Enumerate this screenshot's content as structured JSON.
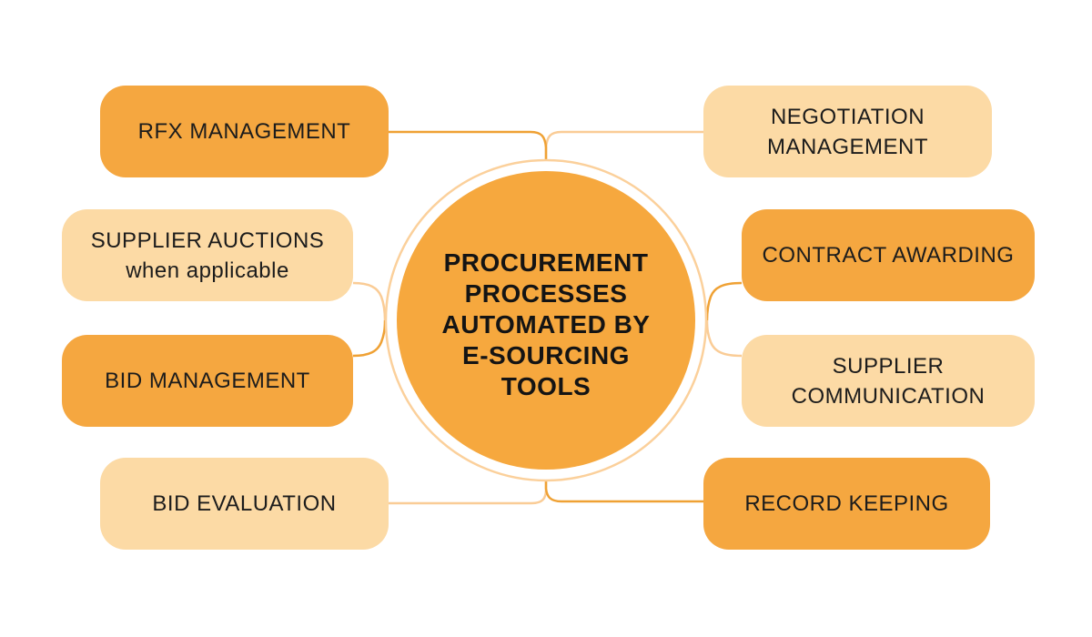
{
  "title": "Procurement processes automated by e-sourcing tools infographic",
  "colors": {
    "background": "#FFFFFF",
    "dark_orange": "#F5A740",
    "light_orange": "#FCDAA5",
    "circle_fill": "#F6A83E",
    "circle_ring": "#FBD09B",
    "connector_dark": "#EFA134",
    "connector_light": "#FACC96",
    "text": "#1C1C1C"
  },
  "center": {
    "title": "PROCUREMENT PROCESSES AUTOMATED BY E-SOURCING TOOLS",
    "lines": [
      "PROCUREMENT",
      "PROCESSES",
      "AUTOMATED BY",
      "E-SOURCING",
      "TOOLS"
    ]
  },
  "nodes": [
    {
      "label": "RFX MANAGEMENT",
      "sublabel": "",
      "variant": "dark",
      "position": "left-1"
    },
    {
      "label": "SUPPLIER AUCTIONS",
      "sublabel": "when applicable",
      "variant": "light",
      "position": "left-2"
    },
    {
      "label": "BID MANAGEMENT",
      "sublabel": "",
      "variant": "dark",
      "position": "left-3"
    },
    {
      "label": "BID EVALUATION",
      "sublabel": "",
      "variant": "light",
      "position": "left-4"
    },
    {
      "label": "NEGOTIATION MANAGEMENT",
      "sublabel": "",
      "variant": "light",
      "position": "right-1"
    },
    {
      "label": "CONTRACT AWARDING",
      "sublabel": "",
      "variant": "dark",
      "position": "right-2"
    },
    {
      "label": "SUPPLIER COMMUNICATION",
      "sublabel": "",
      "variant": "light",
      "position": "right-3"
    },
    {
      "label": "RECORD KEEPING",
      "sublabel": "",
      "variant": "dark",
      "position": "right-4"
    }
  ]
}
